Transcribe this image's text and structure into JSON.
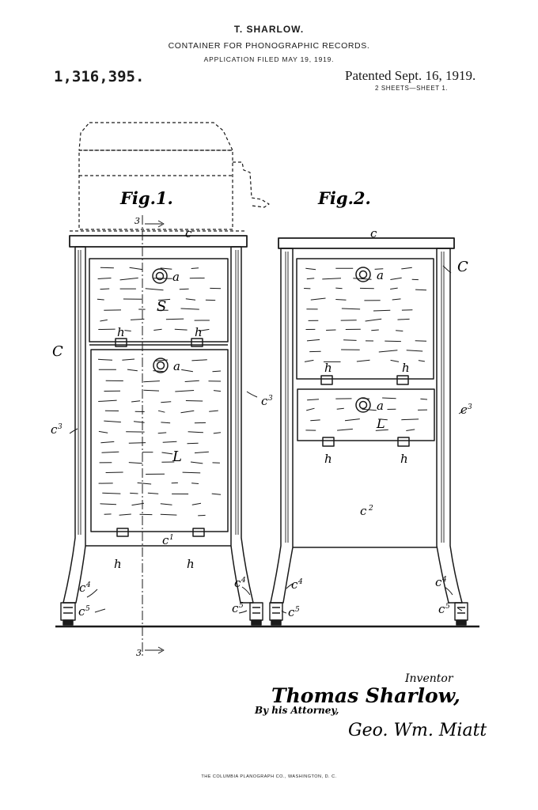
{
  "header": {
    "inventor": "T. SHARLOW.",
    "title": "CONTAINER FOR PHONOGRAPHIC RECORDS.",
    "filed": "APPLICATION FILED MAY 19, 1919.",
    "patent_number": "1,316,395.",
    "patented": "Patented Sept. 16, 1919.",
    "sheets": "2 SHEETS—SHEET 1."
  },
  "figures": {
    "fig1": "Fig.1.",
    "fig2": "Fig.2.",
    "section_mark": "3"
  },
  "labels": {
    "c": "c",
    "C": "C",
    "c1": "c",
    "c1_sub": "1",
    "c2": "c",
    "c2_sub": "2",
    "c3": "c",
    "c3_sub": "3",
    "c4": "c",
    "c4_sub": "4",
    "c5": "c",
    "c5_sub": "5",
    "a": "a",
    "h": "h",
    "S": "S",
    "L": "L"
  },
  "signature": {
    "inventor_label": "Inventor",
    "name": "Thomas Sharlow,",
    "by_attorney": "By his Attorney,",
    "attorney": "Geo. Wm. Miatt"
  },
  "footer": "THE COLUMBIA PLANOGRAPH CO., WASHINGTON, D. C."
}
